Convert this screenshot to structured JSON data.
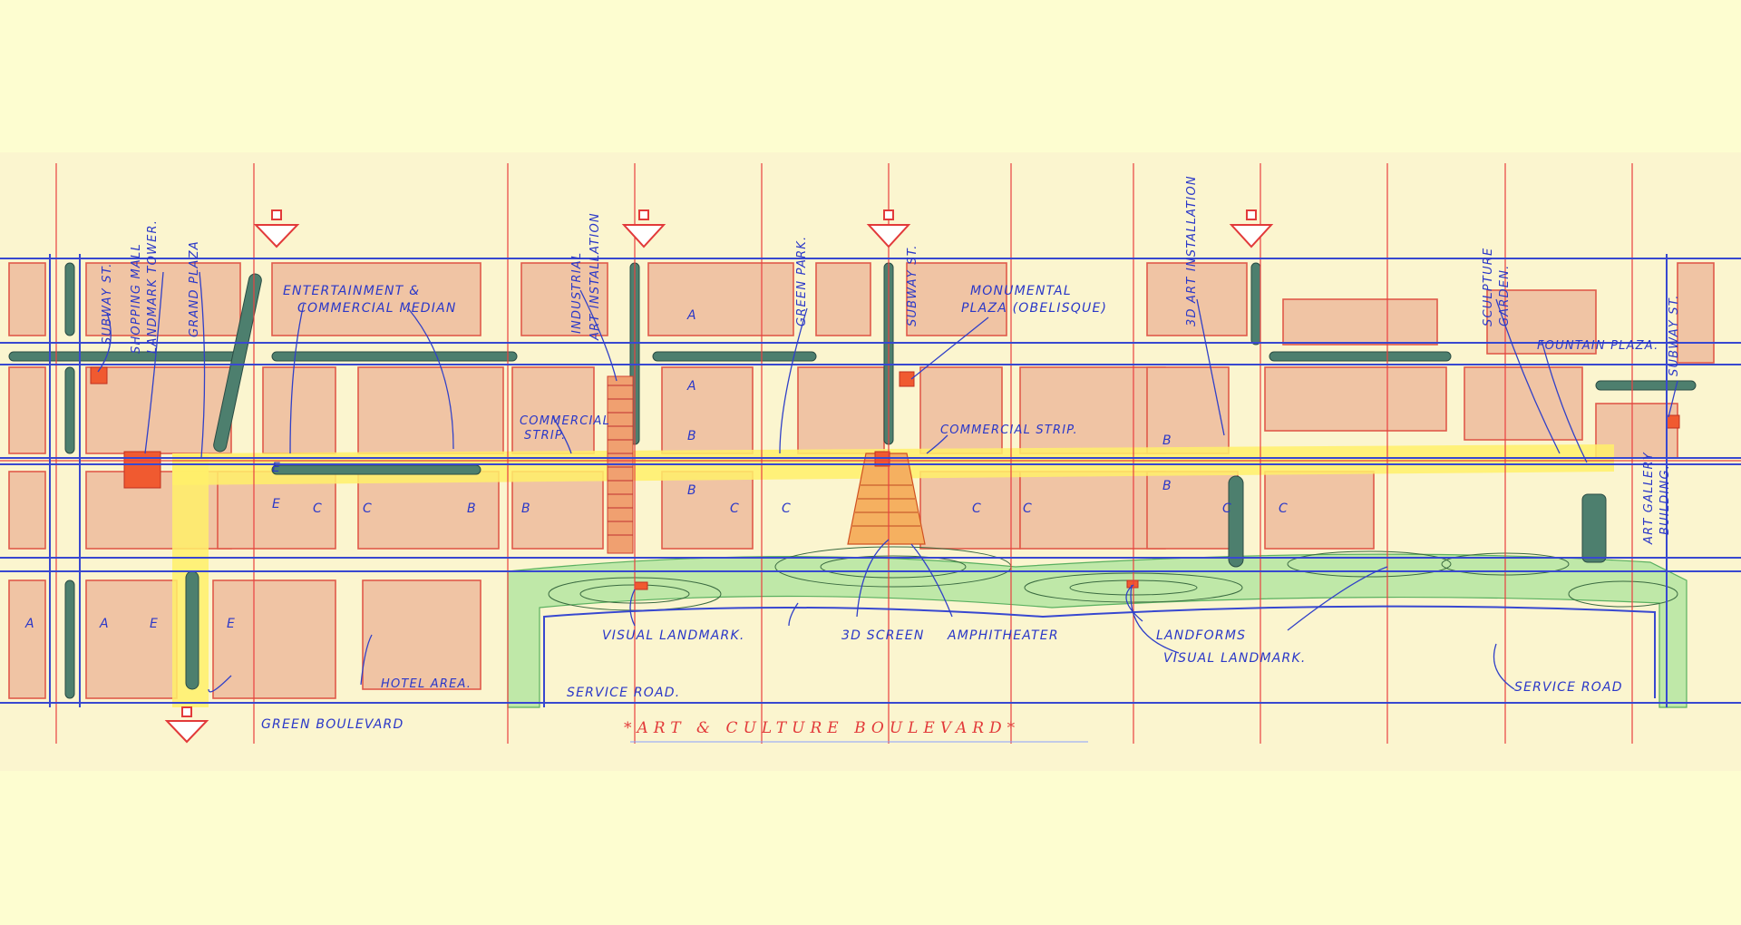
{
  "labels": {
    "subway_st_1": "SUBWAY ST.",
    "shopping_mall": "SHOPPING MALL",
    "landmark_tower": "LANDMARK TOWER.",
    "grand_plaza": "GRAND PLAZA",
    "entertainment_1": "ENTERTAINMENT &",
    "entertainment_2": "COMMERCIAL MEDIAN",
    "industrial_1": "INDUSTRIAL",
    "industrial_2": "ART INSTALLATION",
    "commercial_strip_1a": "COMMERCIAL",
    "commercial_strip_1b": "STRIP.",
    "green_park": "GREEN PARK.",
    "subway_st_2": "SUBWAY ST.",
    "monumental_1": "MONUMENTAL",
    "monumental_2": "PLAZA (OBELISQUE)",
    "commercial_strip_2": "COMMERCIAL STRIP.",
    "art_3d": "3D ART INSTALLATION",
    "sculpture_1": "SCULPTURE",
    "sculpture_2": "GARDEN.",
    "fountain_plaza": "FOUNTAIN PLAZA.",
    "subway_st_3": "SUBWAY ST.",
    "art_gallery_1": "ART GALLERY",
    "art_gallery_2": "BUILDING.",
    "visual_landmark_1": "VISUAL LANDMARK.",
    "screen_3d": "3D SCREEN",
    "amphitheater": "AMPHITHEATER",
    "landforms": "LANDFORMS",
    "visual_landmark_2": "VISUAL LANDMARK.",
    "hotel_area": "HOTEL AREA.",
    "service_road_1": "SERVICE ROAD.",
    "service_road_2": "SERVICE ROAD",
    "green_boulevard": "GREEN BOULEVARD",
    "title": "*ART & CULTURE BOULEVARD*"
  },
  "section_marks": {
    "a1": "A",
    "a2": "A",
    "e1": "E",
    "e2": "E",
    "e3": "E",
    "e4": "E",
    "c1": "C",
    "c2": "C",
    "b1": "B",
    "b2": "B",
    "a3": "A",
    "a4": "A",
    "b3": "B",
    "b4": "B",
    "c3": "C",
    "c4": "C",
    "c5": "C",
    "c6": "C",
    "b5": "B",
    "b6": "B",
    "c7": "C",
    "c8": "C"
  },
  "colors": {
    "paper": "#fdfdd0",
    "sheet": "#fbf5cf",
    "block": "#f0c4a4",
    "road_line": "#3848d0",
    "grid_line": "#e84040",
    "green": "#bfe8a8",
    "median": "#4d7f6e",
    "spine": "#fff06a"
  }
}
